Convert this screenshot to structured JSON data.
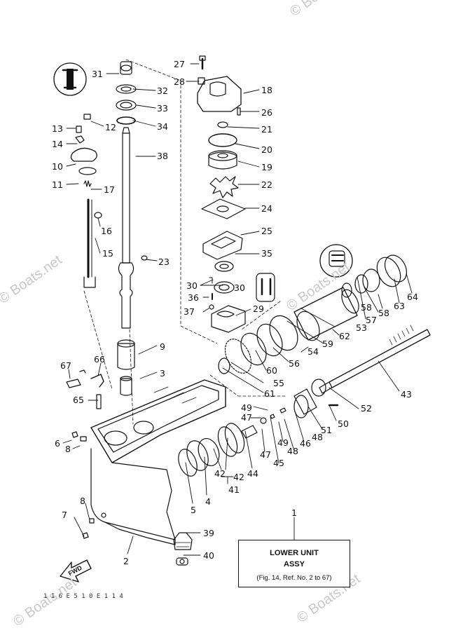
{
  "watermark": "© Boats.net",
  "title_box": {
    "line1": "LOWER UNIT",
    "line2": "ASSY",
    "line3": "(Fig. 14, Ref. No. 2 to 67)"
  },
  "fwd_label": "FWD",
  "drawing_code": "1 1 6 E 5  1 0 E 1 1 4",
  "callouts": [
    "1",
    "2",
    "3",
    "4",
    "5",
    "6",
    "7",
    "8",
    "8",
    "9",
    "10",
    "11",
    "12",
    "13",
    "14",
    "15",
    "16",
    "17",
    "18",
    "19",
    "20",
    "21",
    "22",
    "23",
    "24",
    "25",
    "26",
    "27",
    "28",
    "29",
    "30",
    "30",
    "31",
    "32",
    "33",
    "34",
    "35",
    "36",
    "37",
    "38",
    "39",
    "40",
    "41",
    "42",
    "42",
    "43",
    "44",
    "45",
    "46",
    "47",
    "47",
    "48",
    "48",
    "49",
    "49",
    "50",
    "51",
    "52",
    "53",
    "54",
    "55",
    "56",
    "57",
    "58",
    "58",
    "59",
    "60",
    "61",
    "62",
    "63",
    "64",
    "65",
    "66",
    "67"
  ]
}
